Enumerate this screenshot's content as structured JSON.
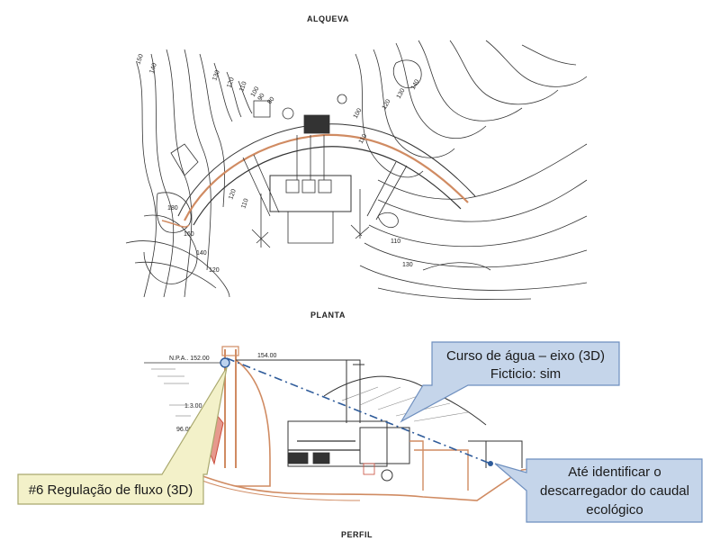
{
  "titles": {
    "top": "ALQUEVA",
    "plan": "PLANTA",
    "profile": "PERFIL"
  },
  "contour_labels": [
    "150",
    "140",
    "130",
    "120",
    "110",
    "100",
    "90",
    "80",
    "100",
    "110",
    "120",
    "130",
    "140",
    "180",
    "160",
    "140",
    "120",
    "120",
    "110",
    "110",
    "130"
  ],
  "profile_labels": {
    "npa": "N.P.A.. 152.00",
    "crest": "154.00",
    "level_a": "1.3.00",
    "level_b": "96.00"
  },
  "callouts": {
    "watercourse": {
      "line1": "Curso de água – eixo (3D)",
      "line2": "Ficticio: sim"
    },
    "flow": {
      "line1": "#6 Regulação de fluxo (3D)"
    },
    "discharge": {
      "line1": "Até identificar o",
      "line2": "descarregador do caudal",
      "line3": "ecológico"
    }
  },
  "colors": {
    "callout_blue_fill": "#c5d5ea",
    "callout_blue_stroke": "#6e8fbf",
    "callout_yellow_fill": "#f3f1c9",
    "callout_yellow_stroke": "#a9a86e",
    "drawing_orange": "#d08b62",
    "axis_dashdot": "#2e5b9a"
  }
}
